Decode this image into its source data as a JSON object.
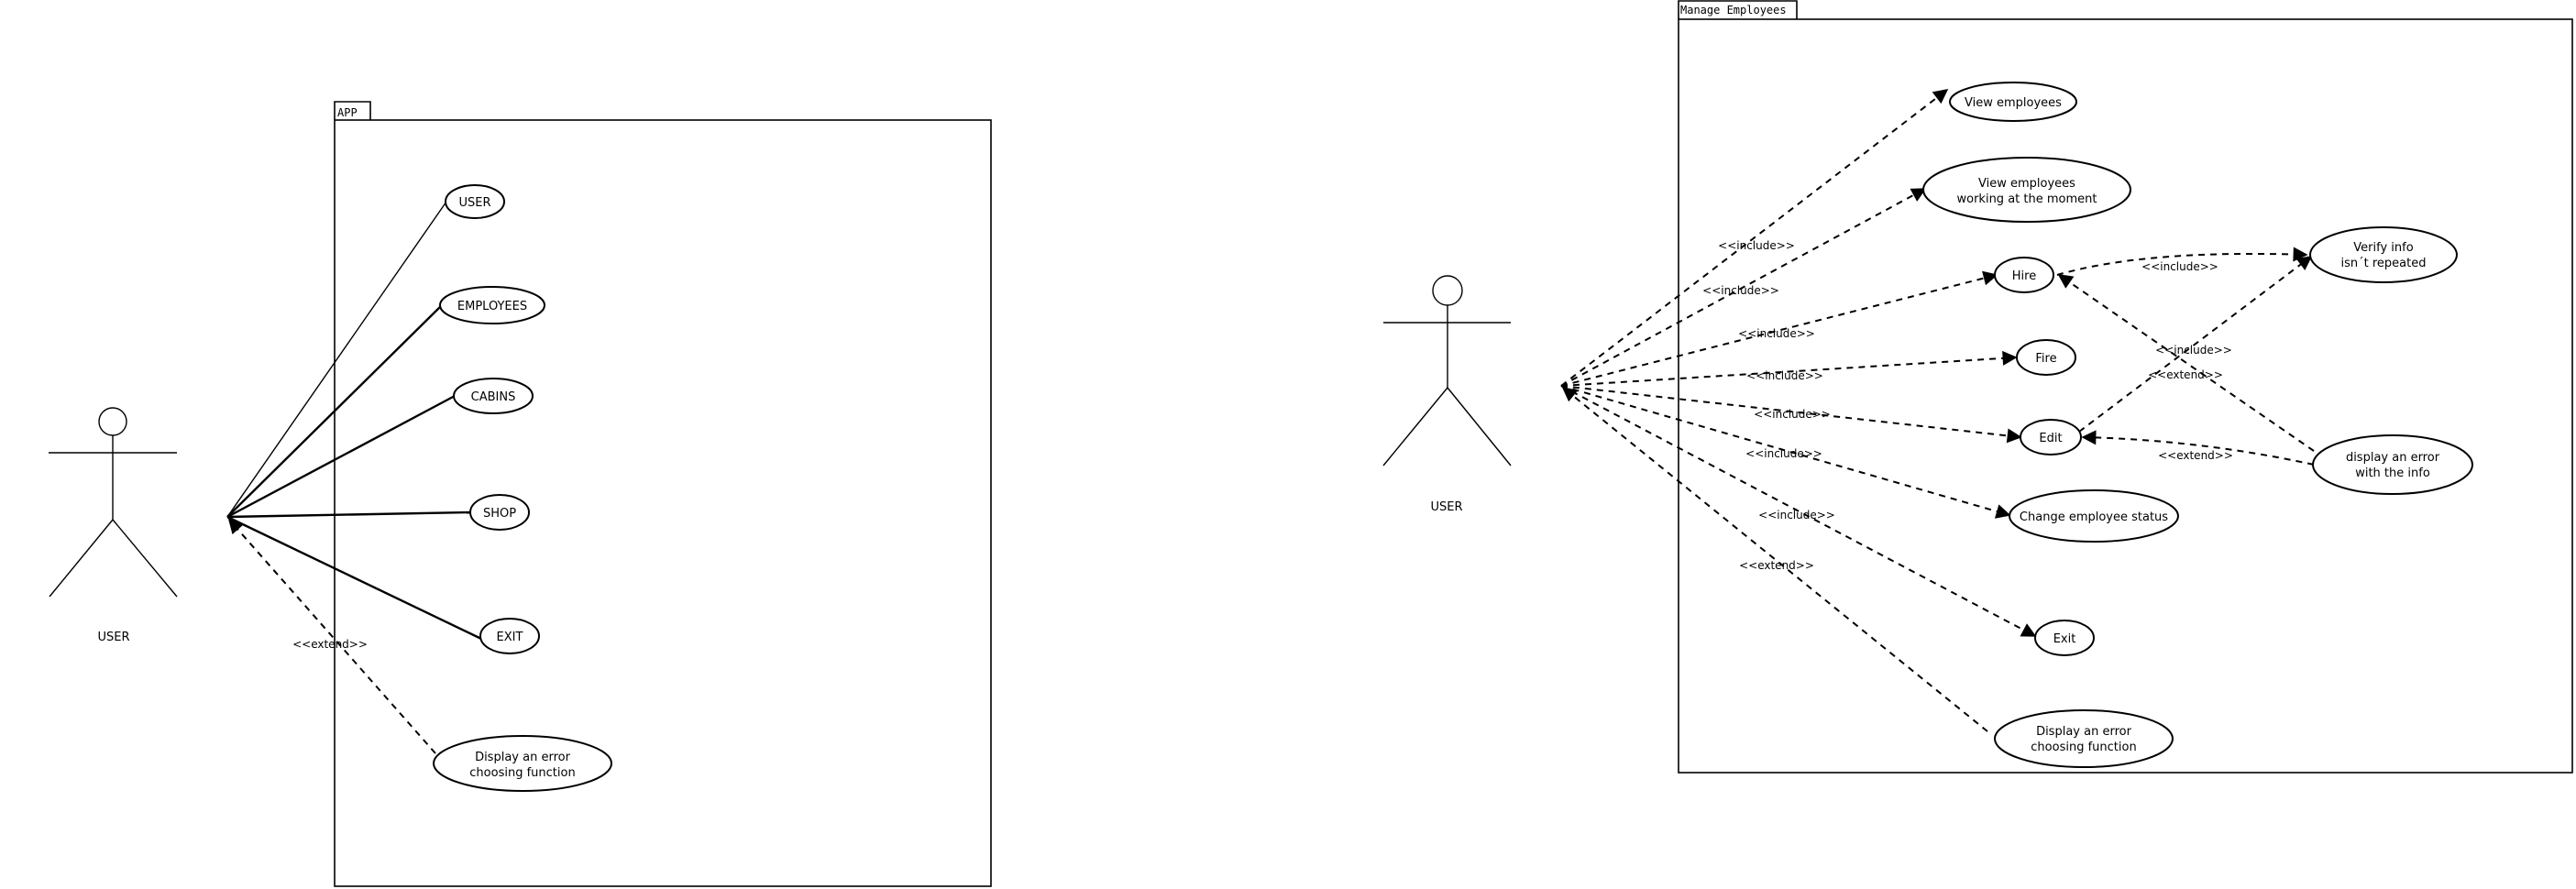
{
  "app_diagram": {
    "frame_label": "APP",
    "actor": "USER",
    "use_cases": {
      "user": "USER",
      "employees": "EMPLOYEES",
      "cabins": "CABINS",
      "shop": "SHOP",
      "exit": "EXIT",
      "error": [
        "Display an error",
        "choosing function"
      ]
    },
    "extend_label": "<<extend>>"
  },
  "manage_employees_diagram": {
    "frame_label": "Manage Employees",
    "actor": "USER",
    "use_cases": {
      "view": "View employees",
      "working": [
        "View employees",
        "working at the moment"
      ],
      "hire": "Hire",
      "fire": "Fire",
      "edit": "Edit",
      "status": "Change employee status",
      "exit": "Exit",
      "error": [
        "Display an error",
        "choosing function"
      ],
      "verify": [
        "Verify info",
        "isn´t repeated"
      ],
      "display_error": [
        "display an error",
        "with the info"
      ]
    },
    "include_label": "<<include>>",
    "extend_label": "<<extend>>"
  }
}
